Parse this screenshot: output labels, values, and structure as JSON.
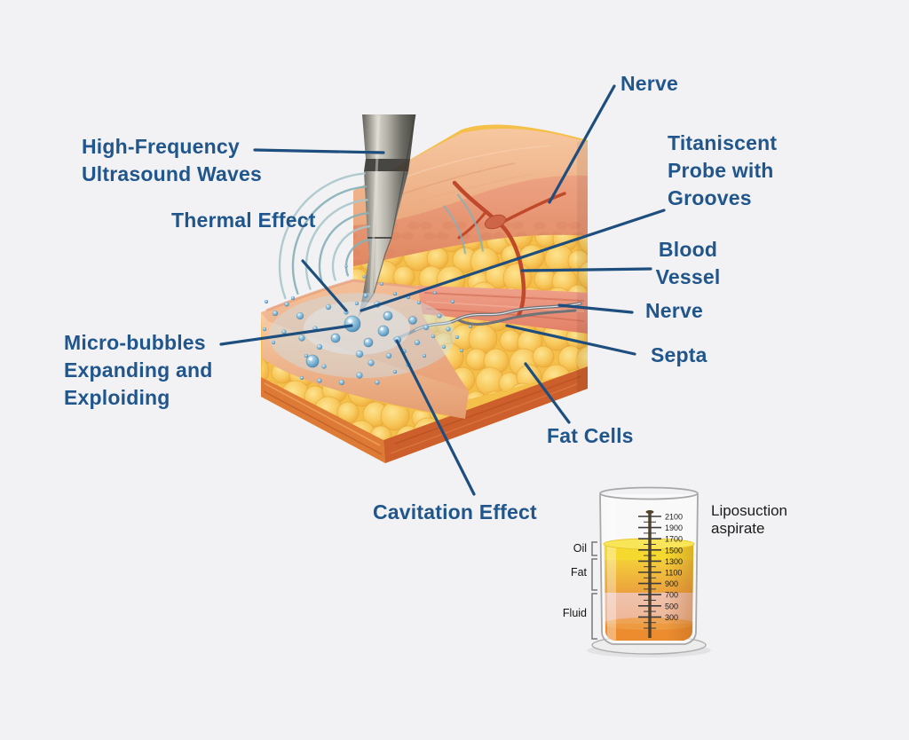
{
  "colors": {
    "background": "#f2f2f4",
    "label_text": "#20568b",
    "leader_line": "#1d4e7e",
    "fat_yellow": "#f5c049",
    "skin_peach": "#f1b68f",
    "septa_pink": "#e78a72",
    "bubble_blue": "#5e9cc4",
    "probe_gray": "#73726b",
    "oil_yellow": "#f6d92e",
    "fluid_pink": "#eeb89e",
    "sediment_orange": "#ec8c2e"
  },
  "labels": {
    "high_frequency": {
      "line1": "High-Frequency",
      "line2": "Ultrasound Waves"
    },
    "thermal": {
      "text": "Thermal Effect"
    },
    "nerve_top": {
      "text": "Nerve"
    },
    "titaniscent": {
      "line1": "Titaniscent",
      "line2": "Probe with",
      "line3": "Grooves"
    },
    "blood_vessel": {
      "line1": "Blood",
      "line2": "Vessel"
    },
    "nerve_mid": {
      "text": "Nerve"
    },
    "septa": {
      "text": "Septa"
    },
    "fat_cells": {
      "text": "Fat Cells"
    },
    "cavitation": {
      "text": "Cavitation Effect"
    },
    "micro_bubbles": {
      "line1": "Micro-bubbles",
      "line2": "Expanding and",
      "line3": "Exploiding"
    }
  },
  "beaker": {
    "title_line1": "Liposuction",
    "title_line2": "aspirate",
    "scale_values": [
      "2100",
      "1900",
      "1700",
      "1500",
      "1300",
      "1100",
      "900",
      "700",
      "500",
      "300"
    ],
    "layer_labels": [
      {
        "label": "Oil"
      },
      {
        "label": "Fat"
      },
      {
        "label": "Fluid"
      }
    ]
  }
}
